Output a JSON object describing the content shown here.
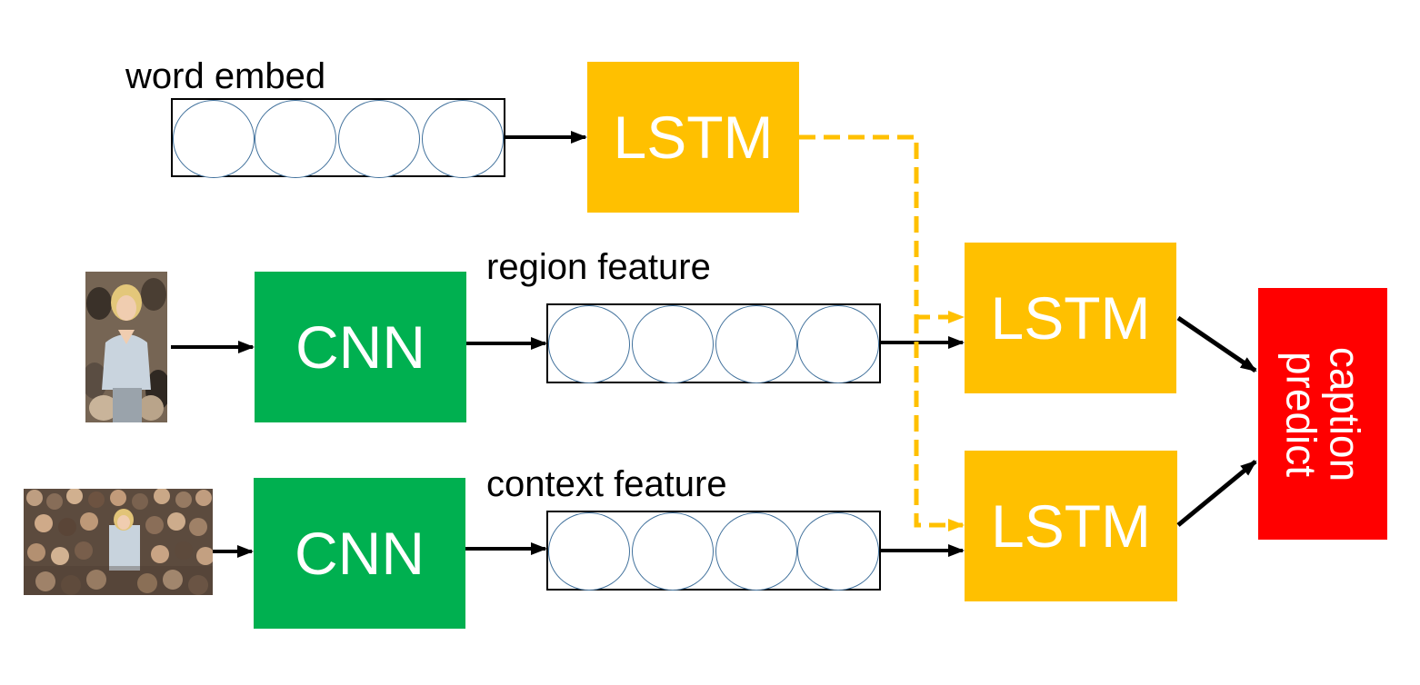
{
  "colors": {
    "lstm": "#ffc000",
    "cnn": "#00b050",
    "predict": "#ff0000",
    "circle_stroke": "#41719c",
    "arrow": "#000000",
    "dashed_arrow": "#ffc000"
  },
  "labels": {
    "word_embed": "word embed",
    "region_feature": "region feature",
    "context_feature": "context feature"
  },
  "blocks": {
    "lstm_word": "LSTM",
    "lstm_region": "LSTM",
    "lstm_context": "LSTM",
    "cnn_region": "CNN",
    "cnn_context": "CNN"
  },
  "predict": {
    "line1": "caption",
    "line2": "predict"
  },
  "images": {
    "region": "portrait-photo",
    "context": "crowd-photo"
  }
}
